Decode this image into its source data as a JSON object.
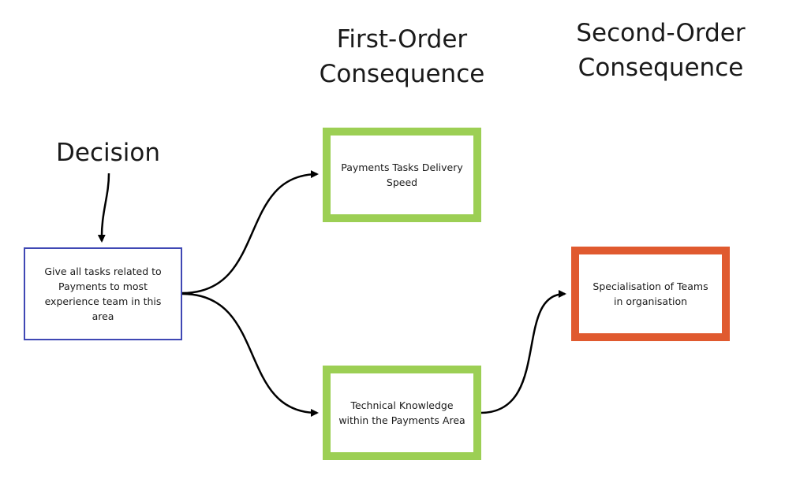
{
  "headings": {
    "first_order": [
      "First-Order",
      "Consequence"
    ],
    "second_order": [
      "Second-Order",
      "Consequence"
    ],
    "decision": "Decision"
  },
  "nodes": {
    "decision": "Give all tasks related to Payments to most experience team in this area",
    "payments_speed": "Payments Tasks Delivery Speed",
    "technical_knowledge": "Technical Knowledge within the Payments Area",
    "specialisation": "Specialisation of Teams in organisation"
  },
  "colors": {
    "decision_border": "#3f48b4",
    "first_order_border": "#9ccf54",
    "second_order_border": "#e05a2f",
    "arrow": "#000000"
  }
}
